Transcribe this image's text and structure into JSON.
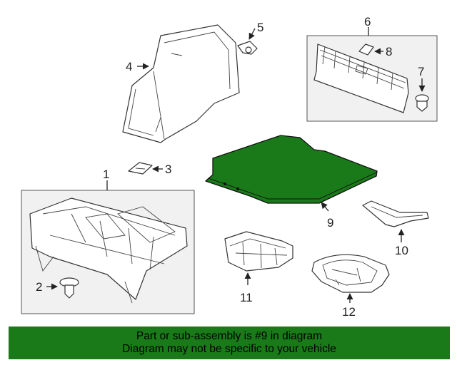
{
  "callouts": {
    "c1": "1",
    "c2": "2",
    "c3": "3",
    "c4": "4",
    "c5": "5",
    "c6": "6",
    "c7": "7",
    "c8": "8",
    "c9": "9",
    "c10": "10",
    "c11": "11",
    "c12": "12"
  },
  "banner": {
    "line1": "Part or sub-assembly is #9 in diagram",
    "line2": "Diagram may not be specific to your vehicle"
  },
  "colors": {
    "highlight": "#1a7a1a",
    "banner_bg": "#1a7a1a"
  }
}
